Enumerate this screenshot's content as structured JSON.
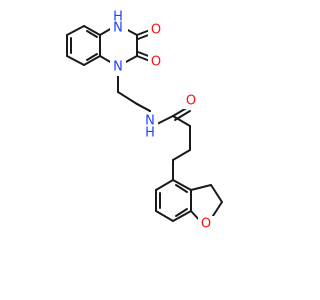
{
  "molecule": {
    "atoms": {
      "nh_top": {
        "label": "H",
        "prefix": "N",
        "color": "#1f3fff",
        "kind": "N"
      },
      "o_top": {
        "label": "O",
        "color": "#ff0d0d",
        "kind": "O"
      },
      "o_mid": {
        "label": "O",
        "color": "#ff0d0d",
        "kind": "O"
      },
      "n_ring": {
        "label": "N",
        "color": "#1f3fff",
        "kind": "N"
      },
      "n_amide": {
        "label": "N",
        "sublabel": "H",
        "color": "#1f3fff",
        "kind": "N"
      },
      "o_amide": {
        "label": "O",
        "color": "#ff0d0d",
        "kind": "O"
      },
      "o_furan": {
        "label": "O",
        "color": "#ff0d0d",
        "kind": "O"
      }
    },
    "bond_color": "#1a1a1a"
  }
}
